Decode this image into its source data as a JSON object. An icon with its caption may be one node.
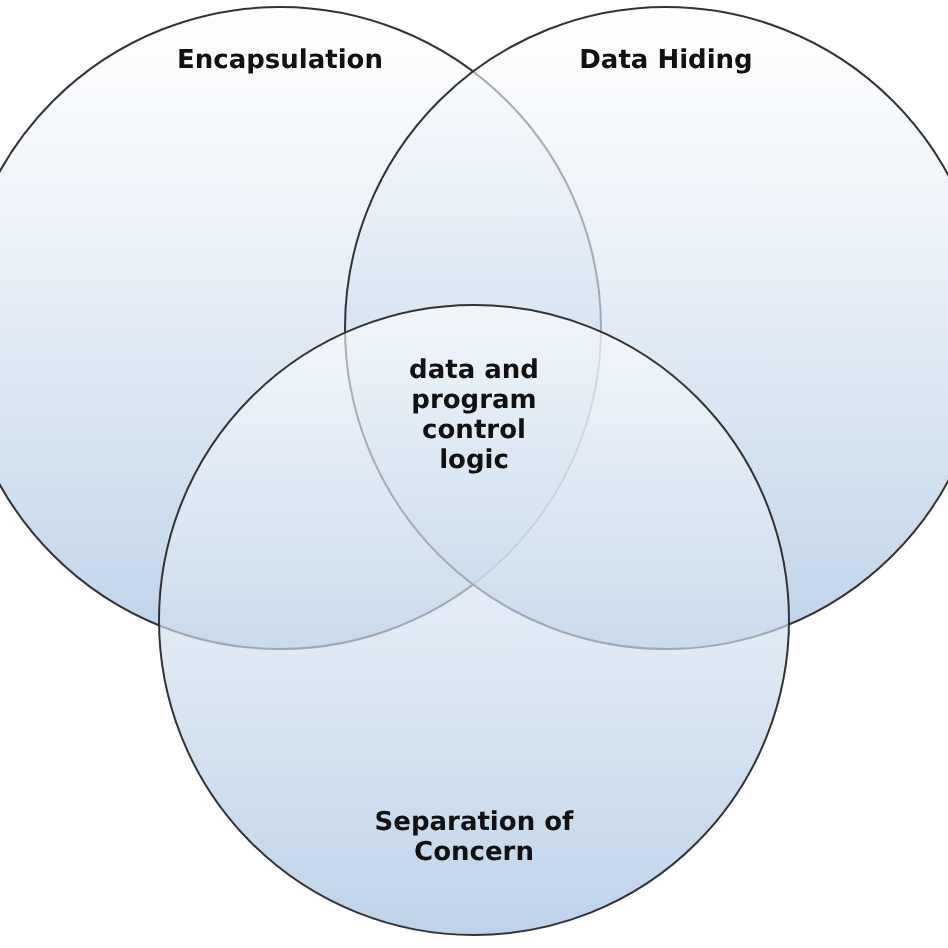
{
  "diagram": {
    "nodes": [
      {
        "text": [
          "Encapsulation"
        ]
      },
      {
        "text": [
          "Data Hiding"
        ]
      },
      {
        "text": [
          "Separation of Concern"
        ]
      }
    ],
    "labels": [
      "data and program control logic"
    ]
  }
}
